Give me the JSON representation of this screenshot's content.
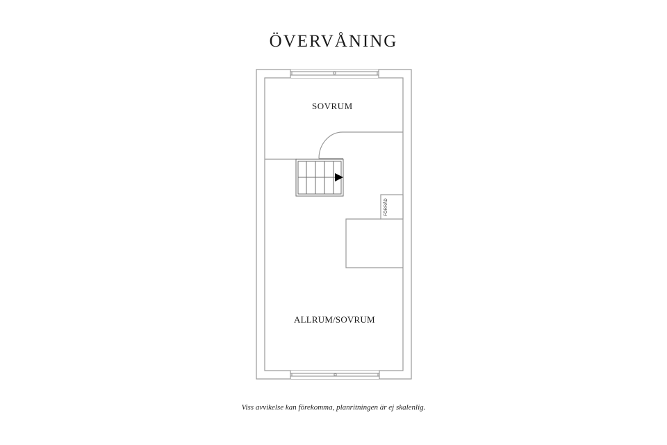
{
  "title": "ÖVERVÅNING",
  "rooms": {
    "sovrum": "SOVRUM",
    "allrum": "ALLRUM/SOVRUM",
    "forrad": "FÖRRÅD"
  },
  "footnote": "Viss avvikelse kan förekomma, planritningen är ej skalenlig.",
  "colors": {
    "wall": "#9a9a9a",
    "text": "#1a1a1a",
    "arrow": "#000000"
  }
}
